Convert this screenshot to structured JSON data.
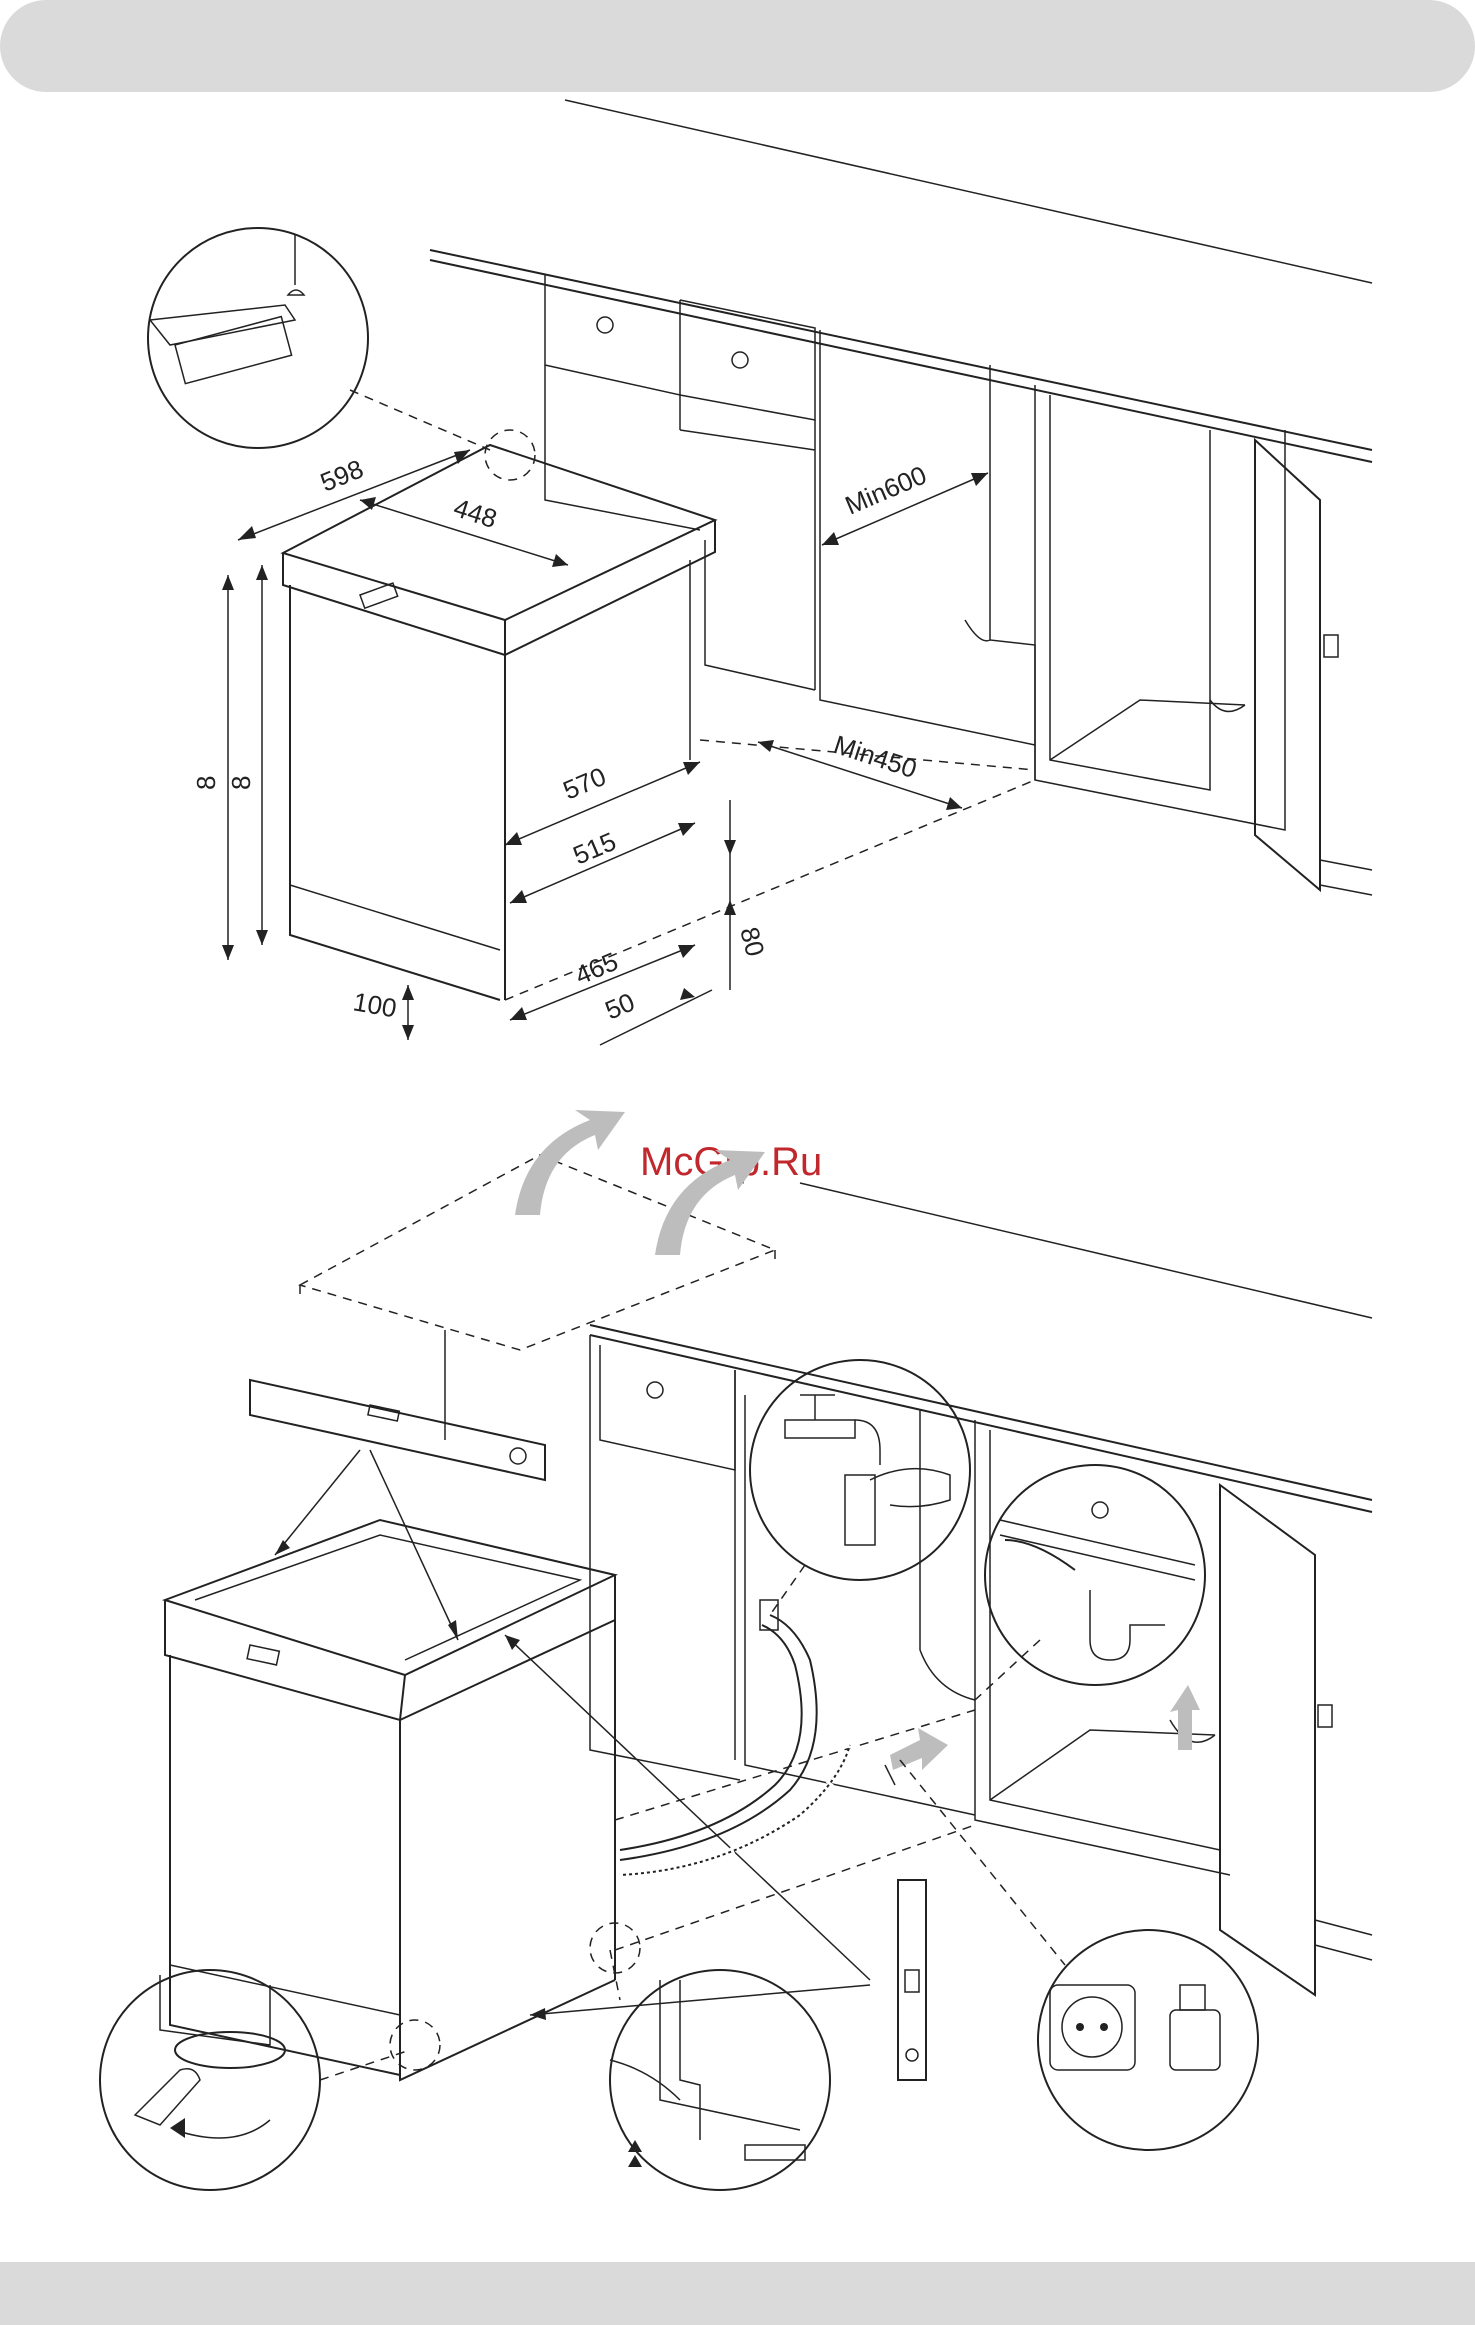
{
  "header": {
    "title": ""
  },
  "watermark": {
    "text": "McGrp.Ru",
    "color": "#c0282d"
  },
  "figure1": {
    "dimensions": {
      "width": "598",
      "top_depth": "448",
      "niche_width_min": "Min600",
      "depth_570": "570",
      "depth_515": "515",
      "depth_465": "465",
      "plinth_50": "50",
      "plinth_100": "100",
      "height_80": "80",
      "niche_depth_min": "Min450",
      "height_left_a": "8",
      "height_left_b": "8"
    }
  },
  "figure2": {
    "icons": [
      "water-tap-icon",
      "drain-siphon-icon",
      "power-socket-icon",
      "spirit-level-icon",
      "wrench-icon"
    ]
  },
  "colors": {
    "bar": "#dadada",
    "line": "#222222",
    "arrow": "#bdbdbd"
  }
}
